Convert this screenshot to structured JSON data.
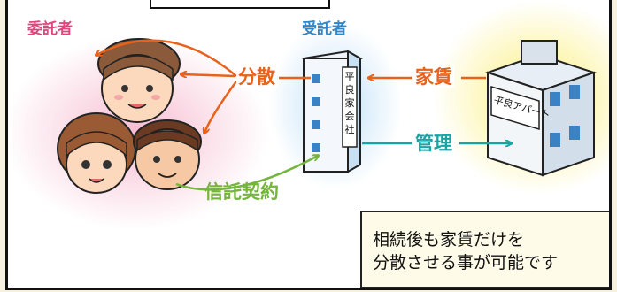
{
  "labels": {
    "truster": "委託者",
    "trustee": "受託者",
    "distribution": "分散",
    "rent": "家賃",
    "management": "管理",
    "trust_contract": "信託契約",
    "company_sign": "平良家会社",
    "apartment_sign": "平良アパート"
  },
  "note": {
    "line1": "相続後も家賃だけを",
    "line2": "分散させる事が可能です"
  },
  "colors": {
    "truster": "#e0457b",
    "trustee": "#2f86c8",
    "distribution_arrow": "#e8621b",
    "management_arrow": "#1aa3a3",
    "contract_arrow": "#74b53b"
  }
}
